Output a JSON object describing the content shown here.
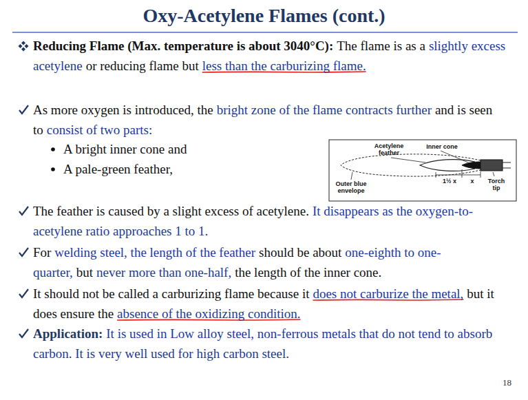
{
  "diagram": {
    "title": "Oxy-Acetylene Flames (cont.)",
    "labels": [
      "Reducing Flame (Max. temperature is about 3040°C):",
      "The flame is as a",
      "slightly excess acetylene",
      "or reducing flame but",
      "less than the carburizing flame.",
      "As more oxygen is introduced, the",
      "bright zone of the flame contracts further",
      "and is seen to",
      "consist of two parts:",
      "A bright inner cone and",
      "A pale-green feather,",
      "The feather is caused by a slight excess of acetylene.",
      "It disappears as the oxygen-to- acetylene ratio approaches 1 to 1.",
      "For",
      "welding steel, the length of the feather",
      "should be about",
      "one-eighth to one-quarter,",
      "but",
      "never more than one-half,",
      "the length of the inner cone.",
      "It should not be called a carburizing flame because it",
      "does not carburize the metal,",
      "but it does ensure the",
      "absence of the oxidizing condition.",
      "Application:",
      "It is used in Low alloy steel, non-ferrous metals that do not tend to absorb carbon. It is very well used for high carbon steel.",
      "Acetylene feather",
      "Inner cone",
      "Outer blue envelope",
      "Torch tip",
      "x",
      "1½ x",
      "18"
    ]
  }
}
